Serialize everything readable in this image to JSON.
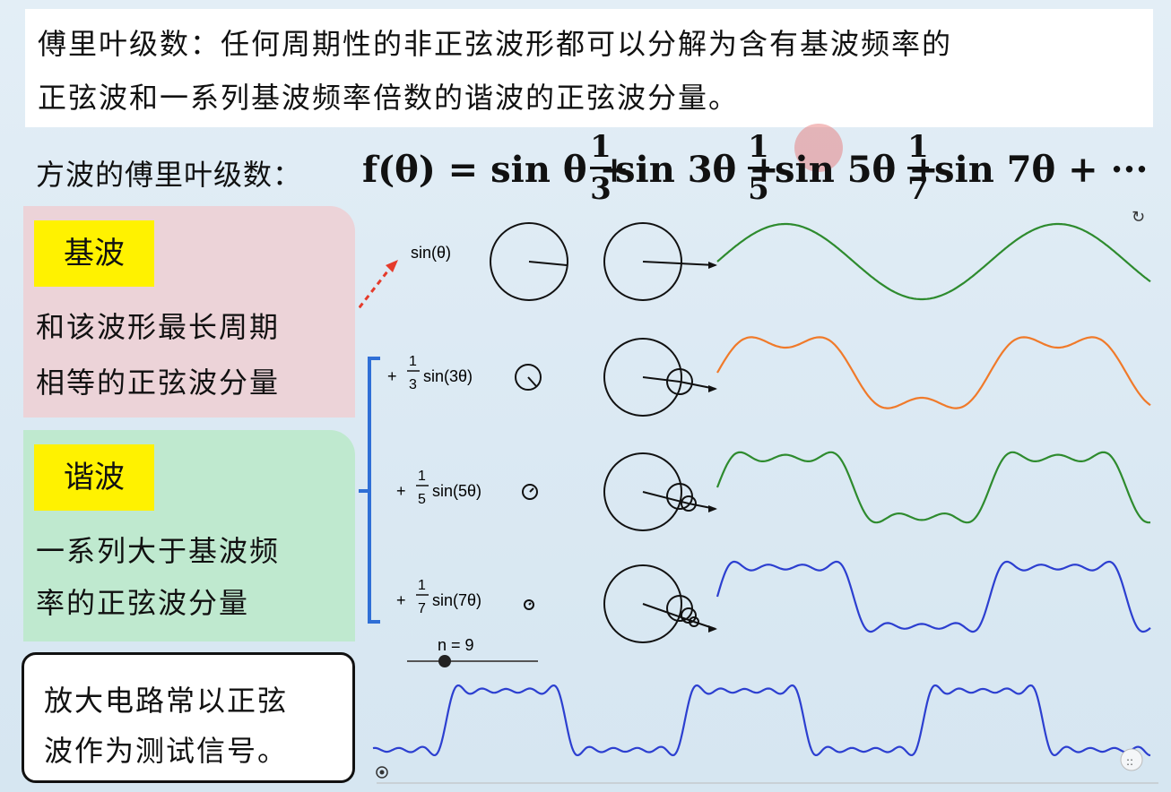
{
  "definition": {
    "line1": "傅里叶级数：任何周期性的非正弦波形都可以分解为含有基波频率的",
    "line2": "正弦波和一系列基波频率倍数的谐波的正弦波分量。"
  },
  "formula": {
    "label": "方波的傅里叶级数：",
    "lhs": "f(θ) = sin θ +",
    "term3": "sin 3θ +",
    "term5": "sin 5θ +",
    "term7": "sin 7θ + ···",
    "frac_num": "1",
    "frac3": "3",
    "frac5": "5",
    "frac7": "7"
  },
  "fundamental": {
    "tag": "基波",
    "line1": "和该波形最长周期",
    "line2": "相等的正弦波分量"
  },
  "harmonic": {
    "tag": "谐波",
    "line1": "一系列大于基波频",
    "line2": "率的正弦波分量"
  },
  "note": {
    "line1": "放大电路常以正弦",
    "line2": "波作为测试信号。"
  },
  "applet": {
    "row1_label": "sin(θ)",
    "row2_prefix": "+",
    "row2_num": "1",
    "row2_den": "3",
    "row2_fn": "sin(3θ)",
    "row3_prefix": "+",
    "row3_num": "1",
    "row3_den": "5",
    "row3_fn": "sin(5θ)",
    "row4_prefix": "+",
    "row4_num": "1",
    "row4_den": "7",
    "row4_fn": "sin(7θ)",
    "slider_label": "n = 9",
    "slider_value": 9
  },
  "colors": {
    "wave1": "#2e8b2e",
    "wave2": "#f07a2a",
    "wave3": "#2e8b2e",
    "wave4": "#2c3fd0",
    "wave_sum": "#2c3fd0",
    "fund_panel": "#ecd3d8",
    "harm_panel": "#bfe9cf",
    "tag_bg": "#fff200",
    "bracket": "#2f6fd6",
    "arrow": "#e53b2b"
  }
}
